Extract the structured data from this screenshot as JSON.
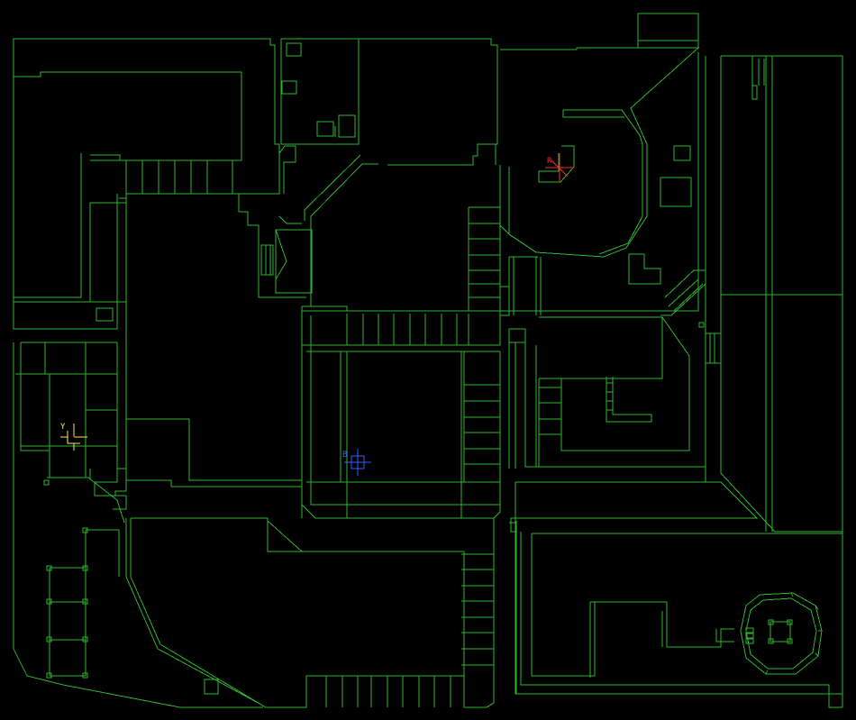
{
  "automap": {
    "background": "#000000",
    "wall_color": "#2fb52f",
    "players": [
      {
        "label": "R",
        "color": "#ff2a2a",
        "icon": "crosshair-icon"
      },
      {
        "label": "B",
        "color": "#3a5cff",
        "icon": "crosshair-icon"
      },
      {
        "label": "Y",
        "color": "#ffe85a",
        "icon": "crosshair-icon"
      }
    ]
  }
}
